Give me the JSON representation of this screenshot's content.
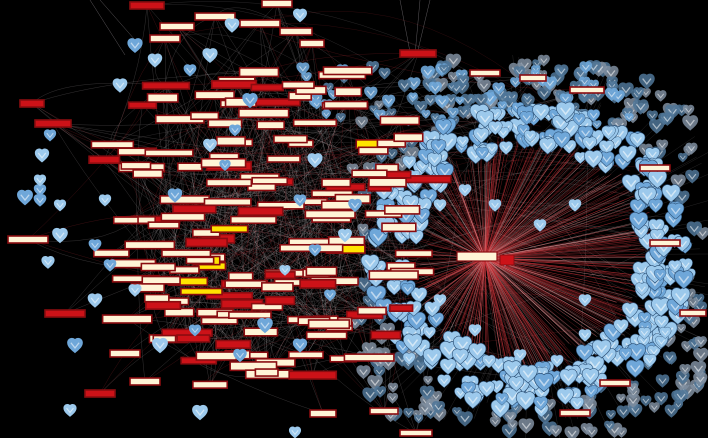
{
  "graph": {
    "colors": {
      "background": "#000000",
      "edge_red": "#c8323a",
      "edge_grey": "#b9b2b8",
      "box_fill": "#fff4d6",
      "box_border": "#8a0c10",
      "box_red_fill": "#cc1218",
      "box_yellow_fill": "#ffe400",
      "icon_light": "#9cc9ec",
      "icon_mid": "#6fa7d9",
      "icon_dark": "#4f7598"
    },
    "icon_name": "heart-shield-icon",
    "hub_label": "",
    "clusters": [
      {
        "name": "module-cluster",
        "shape": "box-cloud"
      },
      {
        "name": "radial-cluster",
        "shape": "ring"
      }
    ]
  }
}
